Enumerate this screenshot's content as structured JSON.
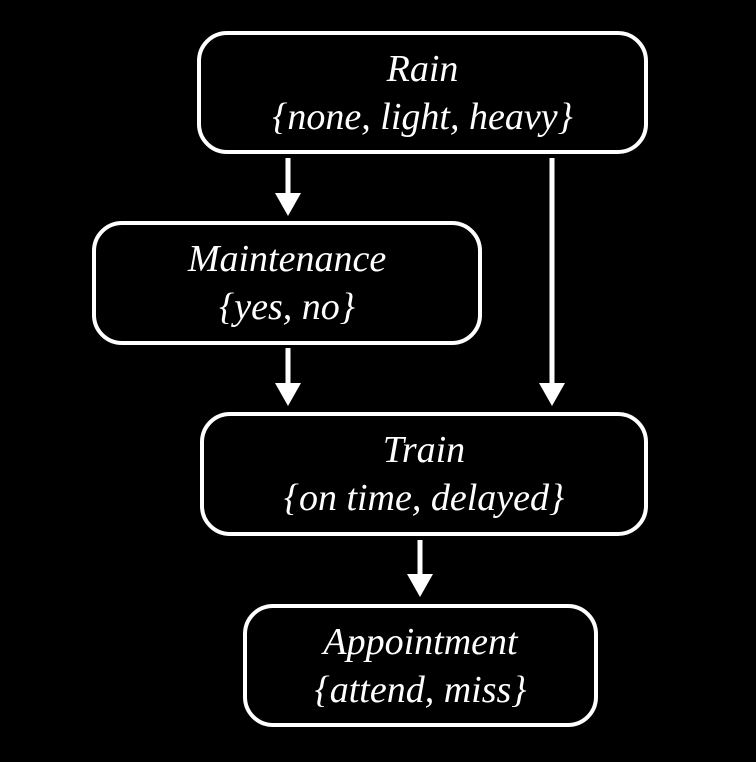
{
  "colors": {
    "background": "#000000",
    "node_border": "#ffffff",
    "text": "#ffffff",
    "arrow": "#ffffff"
  },
  "nodes": [
    {
      "name": "Rain",
      "values": "{none, light, heavy}"
    },
    {
      "name": "Maintenance",
      "values": "{yes, no}"
    },
    {
      "name": "Train",
      "values": "{on time, delayed}"
    },
    {
      "name": "Appointment",
      "values": "{attend, miss}"
    }
  ],
  "edges": [
    {
      "from": "Rain",
      "to": "Maintenance"
    },
    {
      "from": "Rain",
      "to": "Train"
    },
    {
      "from": "Maintenance",
      "to": "Train"
    },
    {
      "from": "Train",
      "to": "Appointment"
    }
  ]
}
